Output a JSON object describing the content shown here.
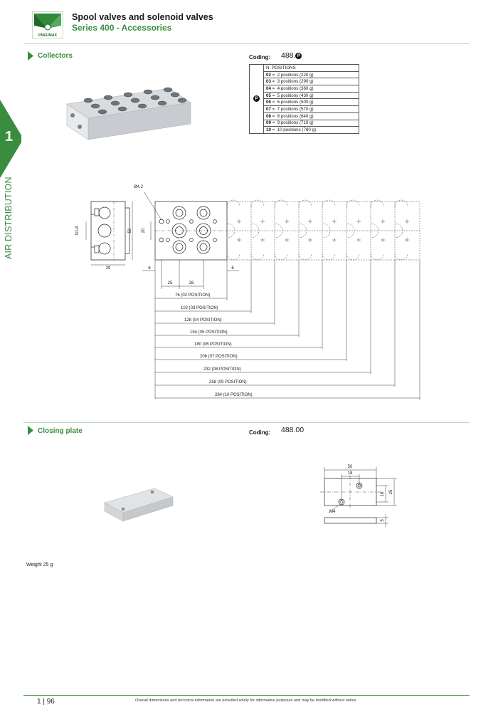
{
  "header": {
    "logo_text": "PNEUMAX",
    "title": "Spool valves and solenoid valves",
    "subtitle": "Series 400 - Accessories"
  },
  "side": {
    "chapter": "1",
    "label": "AIR DISTRIBUTION"
  },
  "collectors": {
    "title": "Collectors",
    "coding_label": "Coding:",
    "coding_value": "488.",
    "badge": "P",
    "table_header": "N. POSITIONS",
    "rows": [
      {
        "code": "02",
        "text": "2 positions (220 g)"
      },
      {
        "code": "03",
        "text": "3 positions (290 g)"
      },
      {
        "code": "04",
        "text": "4 positions (360 g)"
      },
      {
        "code": "05",
        "text": "5 positions (430 g)"
      },
      {
        "code": "06",
        "text": "6 positions (500 g)"
      },
      {
        "code": "07",
        "text": "7 positions (570 g)"
      },
      {
        "code": "08",
        "text": "8 positions (640 g)"
      },
      {
        "code": "09",
        "text": "9 positions (710 g)"
      },
      {
        "code": "10",
        "text": "10 positions (780 g)"
      }
    ],
    "drawing": {
      "hole_dia": "Ø4,2",
      "port": "G1/4",
      "height_59": "59",
      "height_20": "20",
      "width_29": "29",
      "margin_left": "6",
      "margin_right": "6",
      "pitch_25": "25",
      "pitch_26": "26",
      "lengths": [
        "76 (02 POSITION)",
        "102 (03 POSITION)",
        "128 (04 POSITION)",
        "154 (05 POSITION)",
        "180 (06 POSITION)",
        "206 (07 POSITION)",
        "232 (08 POSITION)",
        "258 (09 POSITION)",
        "284 (10 POSITION)"
      ]
    }
  },
  "closing_plate": {
    "title": "Closing plate",
    "coding_label": "Coding:",
    "coding_value": "488.00",
    "drawing": {
      "width_50": "50",
      "offset_18": "18",
      "height_16": "16",
      "height_25": "25",
      "thread": "M4",
      "thickness": "5"
    },
    "weight": "Weight 25 g"
  },
  "footer": {
    "page": "1 | 96",
    "note": "Overall dimensions and technical information are provided solely for informative purposes and may be modified without notice"
  },
  "colors": {
    "brand_green": "#3a8d3f",
    "rule_light": "#b7d6b9"
  }
}
